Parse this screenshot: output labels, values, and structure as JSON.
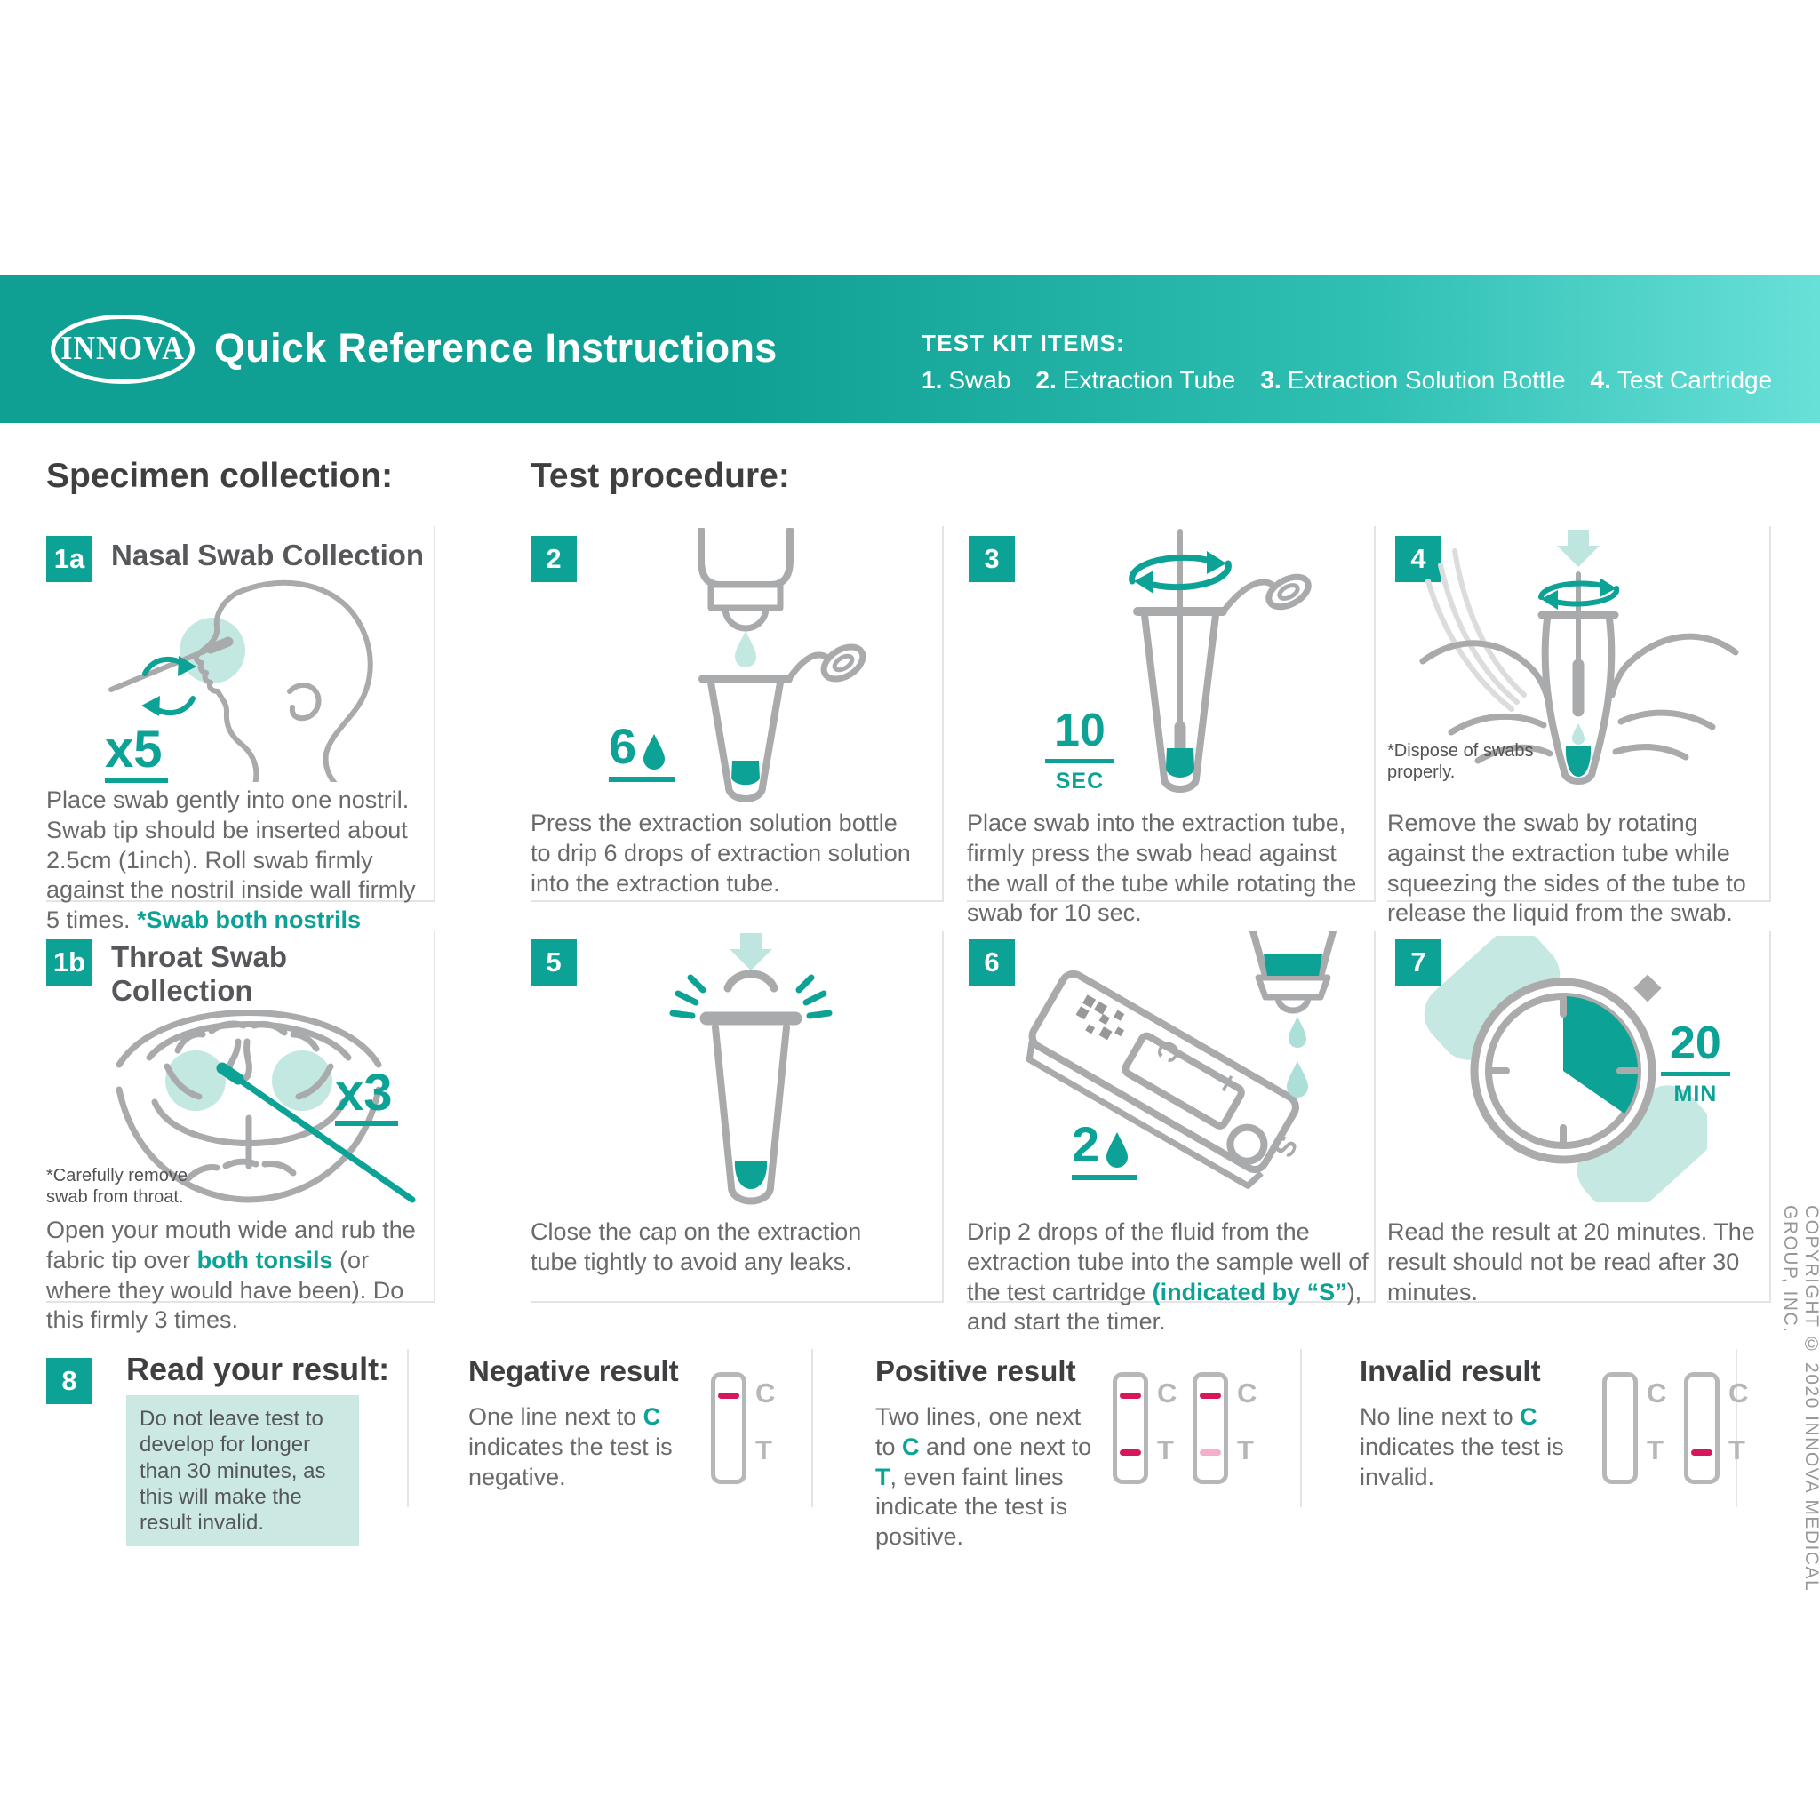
{
  "header": {
    "logo": "INNOVA",
    "title": "Quick Reference Instructions",
    "kit_title": "TEST KIT ITEMS:",
    "kit_items": [
      {
        "num": "1.",
        "label": "Swab"
      },
      {
        "num": "2.",
        "label": "Extraction Tube"
      },
      {
        "num": "3.",
        "label": "Extraction Solution Bottle"
      },
      {
        "num": "4.",
        "label": "Test Cartridge"
      }
    ]
  },
  "sections": {
    "specimen": "Specimen collection:",
    "procedure": "Test procedure:"
  },
  "steps": {
    "s1a": {
      "badge": "1a",
      "title": "Nasal Swab Collection",
      "repeat": "x5",
      "body": "Place swab gently into one nostril. Swab tip should be inserted about 2.5cm (1inch). Roll swab firmly against the nostril inside wall firmly 5 times. ",
      "body_accent": "*Swab both nostrils"
    },
    "s1b": {
      "badge": "1b",
      "title": "Throat Swab Collection",
      "repeat": "x3",
      "note": "*Carefully remove swab from throat.",
      "body_pre": "Open your mouth wide and rub the fabric tip over ",
      "body_accent": "both tonsils",
      "body_post": " (or where they would have been). Do this firmly 3 times."
    },
    "s2": {
      "badge": "2",
      "count": "6",
      "body": "Press the extraction solution bottle to drip 6 drops of extraction solution into the extraction tube."
    },
    "s3": {
      "badge": "3",
      "value": "10",
      "unit": "SEC",
      "body": "Place swab into the extraction tube, firmly press the swab head against the wall of the tube while rotating the swab for 10 sec."
    },
    "s4": {
      "badge": "4",
      "note": "*Dispose of swabs properly.",
      "body": "Remove the swab by rotating against the extraction tube while squeezing the sides of the tube to release the liquid from the swab."
    },
    "s5": {
      "badge": "5",
      "body": "Close the cap on the extraction tube tightly to avoid any leaks."
    },
    "s6": {
      "badge": "6",
      "count": "2",
      "body_pre": "Drip 2 drops of the fluid from the extraction tube into the sample well of the test cartridge ",
      "body_accent": "(indicated by “S”",
      "body_post": "), and start the timer."
    },
    "s7": {
      "badge": "7",
      "value": "20",
      "unit": "MIN",
      "body": "Read the result at 20 minutes. The result should not be read after 30 minutes."
    },
    "s8": {
      "badge": "8",
      "title": "Read your result:",
      "note": "Do not leave test to develop for longer than 30 minutes, as this will make the result invalid."
    }
  },
  "results": {
    "strip_labels": {
      "c": "C",
      "t": "T"
    },
    "negative": {
      "title": "Negative result",
      "body_pre": "One line next to ",
      "accent1": "C",
      "body_post": " indicates the test is negative."
    },
    "positive": {
      "title": "Positive result",
      "body_pre": "Two lines, one next to ",
      "accent1": "C",
      "body_mid": " and one next to ",
      "accent2": "T",
      "body_post": ", even faint lines indicate the test is positive."
    },
    "invalid": {
      "title": "Invalid result",
      "body_pre": "No line next to ",
      "accent1": "C",
      "body_post": " indicates the test is invalid."
    }
  },
  "footer": {
    "copyright": "COPYRIGHT © 2020 INNOVA MEDICAL GROUP, INC."
  },
  "colors": {
    "accent": "#0CA295",
    "accent_light": "#C3E7E1",
    "line_red": "#D6175C",
    "line_faint": "#F3AFCB",
    "illustration_gray": "#A9AAAC"
  }
}
